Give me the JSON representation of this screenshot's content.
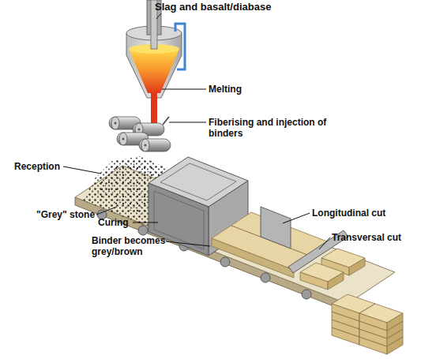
{
  "diagram": {
    "labels": [
      "Slag and basalt/diabase",
      "Melting",
      "Fiberising and injection of binders",
      "Reception",
      "\"Grey\" stone",
      "Curing",
      "Binder becomes grey/brown",
      "Longitudinal cut",
      "Transversal cut"
    ]
  }
}
